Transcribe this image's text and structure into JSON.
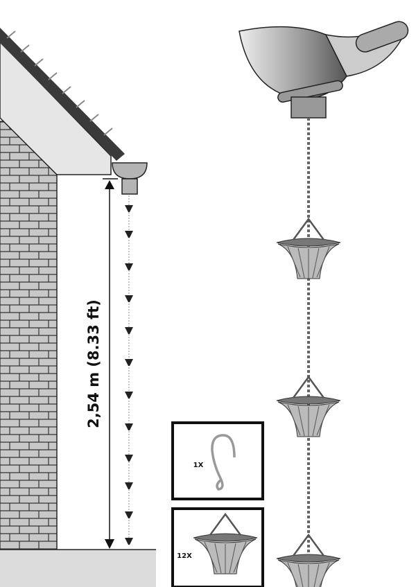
{
  "dimension": {
    "label": "2,54 m (8.33 ft)"
  },
  "insets": [
    {
      "quantity": "1X",
      "icon": "s-hook-icon"
    },
    {
      "quantity": "12X",
      "icon": "rain-cup-icon"
    }
  ],
  "colors": {
    "brick": "#c8c8c8",
    "soffit": "#e6e6e6",
    "cup": "#b4b4b4",
    "ground": "#dcdcdc"
  }
}
